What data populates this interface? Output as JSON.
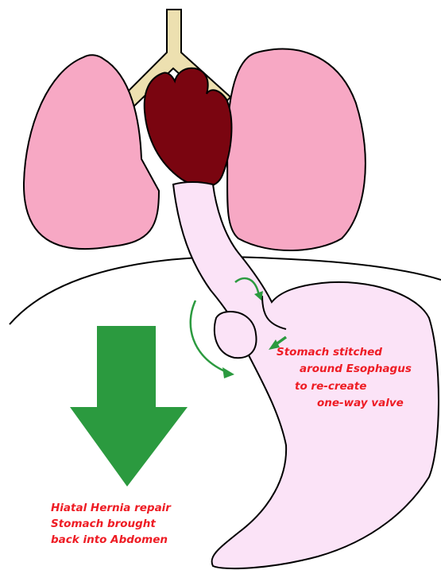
{
  "labels": {
    "fundoplication": [
      "Stomach stitched",
      "around Esophagus",
      "to re-create",
      "one-way valve"
    ],
    "hernia_repair": [
      "Hiatal Hernia repair",
      "Stomach brought",
      "back into Abdomen"
    ]
  },
  "colors": {
    "lung": "#f7a8c4",
    "trachea": "#ede0b0",
    "heart": "#7a0510",
    "stomach": "#fbe3f7",
    "arrow": "#2b9a3f",
    "label": "#ee1c24",
    "outline": "#000000"
  },
  "icons": {
    "big_arrow": "down-arrow-icon",
    "wrap_arrows": "curved-arrow-icon",
    "small_arrow": "arrow-icon"
  }
}
